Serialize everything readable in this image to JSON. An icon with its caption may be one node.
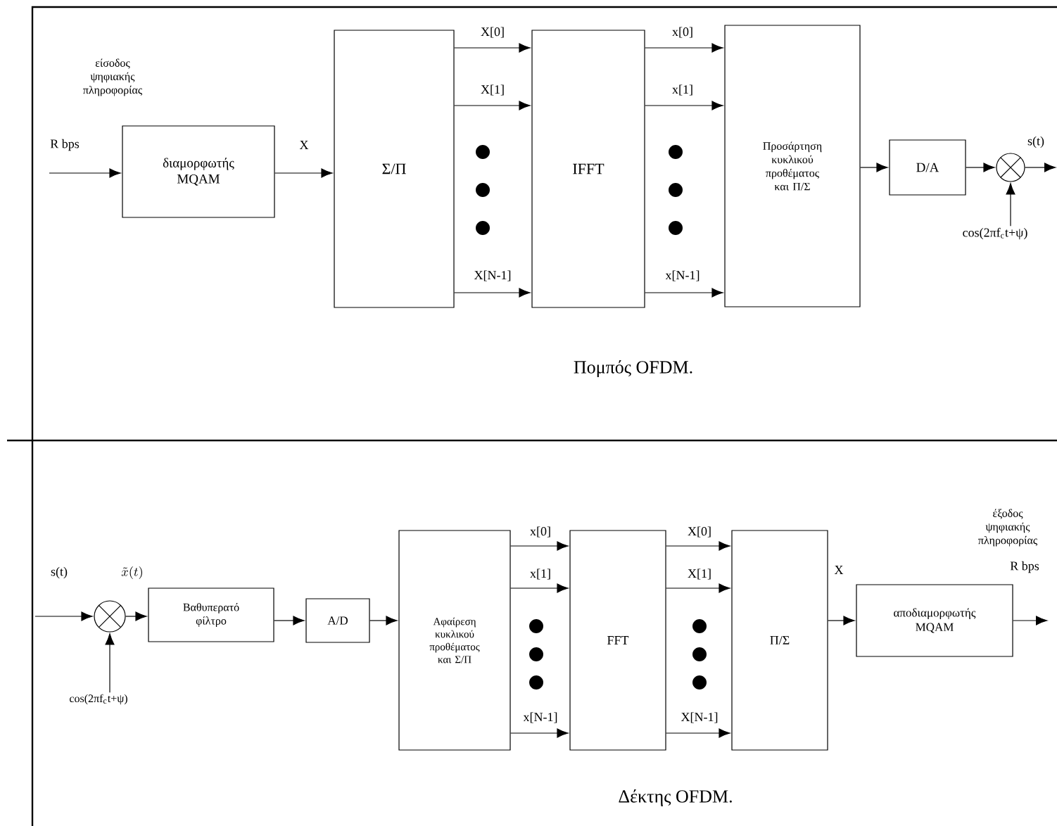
{
  "diagram": {
    "nodes": [
      {
        "text": [
          "διαμορφωτής MQAM"
        ]
      },
      {
        "text": [
          "Σ/Π"
        ]
      },
      {
        "text": [
          "IFFT"
        ]
      },
      {
        "text": [
          "Προσάρτηση κυκλικού προθέματος και Π/Σ"
        ]
      },
      {
        "text": [
          "D/A"
        ]
      },
      {
        "text": [],
        "shape": "circle"
      },
      {
        "text": [
          "cos(2πf$_{c}$t+ψ)"
        ]
      },
      {
        "text": [
          "cos(2πf$_{c}$t+ψ)"
        ]
      },
      {
        "text": [],
        "shape": "circle"
      },
      {
        "text": [
          "Βαθυπερατό φίλτρο"
        ]
      },
      {
        "text": [
          "A/D"
        ]
      },
      {
        "text": [
          "Αφαίρεση κυκλικού προθέματος και Σ/Π"
        ]
      },
      {
        "text": [
          "FFT"
        ]
      },
      {
        "text": [
          "Π/Σ"
        ]
      },
      {
        "text": [
          "αποδιαμορφωτής MQAM"
        ]
      }
    ],
    "edges": [
      {
        "from": null,
        "to": 0,
        "arrow": "to",
        "label": "R bps"
      },
      {
        "from": 0,
        "to": 1,
        "arrow": "to",
        "label": "X"
      },
      {
        "from": 1,
        "to": 2,
        "arrow": "to",
        "label": "X[0]"
      },
      {
        "from": 1,
        "to": 2,
        "arrow": "to",
        "label": "X[1]"
      },
      {
        "from": 1,
        "to": 2,
        "arrow": "to",
        "label": "X[N-1]"
      },
      {
        "from": 2,
        "to": 3,
        "arrow": "to",
        "label": "x[0]"
      },
      {
        "from": 2,
        "to": 3,
        "arrow": "to",
        "label": "x[1]"
      },
      {
        "from": 2,
        "to": 3,
        "arrow": "to",
        "label": "x[N-1]"
      },
      {
        "from": 3,
        "to": 4,
        "arrow": "to"
      },
      {
        "from": 4,
        "to": 5,
        "arrow": "to"
      },
      {
        "from": 5,
        "to": null,
        "arrow": "to",
        "label": "s(t)"
      },
      {
        "from": 6,
        "to": 5,
        "arrow": "to"
      },
      {
        "from": null,
        "to": 8,
        "arrow": "to",
        "label": "s(t)"
      },
      {
        "from": 7,
        "to": 8,
        "arrow": "to"
      },
      {
        "from": 8,
        "to": 9,
        "arrow": "to",
        "label": "\\tilde{x}(t)"
      },
      {
        "from": 9,
        "to": 10,
        "arrow": "to"
      },
      {
        "from": 10,
        "to": 11,
        "arrow": "to"
      },
      {
        "from": 11,
        "to": 12,
        "arrow": "to",
        "label": "x[0]"
      },
      {
        "from": 11,
        "to": 12,
        "arrow": "to",
        "label": "x[1]"
      },
      {
        "from": 11,
        "to": 12,
        "arrow": "to",
        "label": "x[N-1]"
      },
      {
        "from": 12,
        "to": 13,
        "arrow": "to",
        "label": "X[0]"
      },
      {
        "from": 12,
        "to": 13,
        "arrow": "to",
        "label": "X[1]"
      },
      {
        "from": 12,
        "to": 13,
        "arrow": "to",
        "label": "X[N-1]"
      },
      {
        "from": 13,
        "to": 14,
        "arrow": "to",
        "label": "X"
      },
      {
        "from": 14,
        "to": null,
        "arrow": "to",
        "label": "R bps"
      }
    ],
    "labels": [
      "είσοδος ψηφιακής πληροφορίας",
      "Πομπός OFDM.",
      "έξοδος ψηφιακής πληροφορίας",
      "Δέκτης OFDM."
    ]
  }
}
